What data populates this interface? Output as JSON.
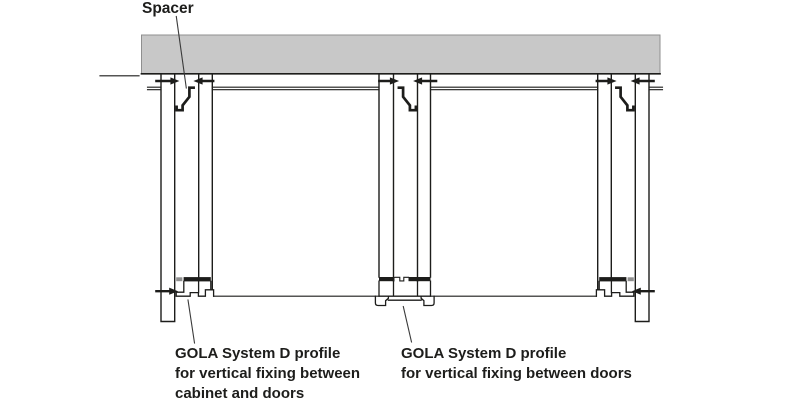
{
  "diagram": {
    "spacer_label": "Spacer",
    "labels": {
      "left": [
        "GOLA System D profile",
        "for vertical fixing between",
        "cabinet and doors"
      ],
      "middle": [
        "GOLA System D profile",
        "for vertical fixing between doors"
      ]
    },
    "colors": {
      "worktop_fill": "#c8c8c8",
      "worktop_edge": "#8f8f8f",
      "line": "#1d1d1b",
      "leader": "#3a3a3a",
      "clip_gray": "#8f8f8f"
    }
  }
}
